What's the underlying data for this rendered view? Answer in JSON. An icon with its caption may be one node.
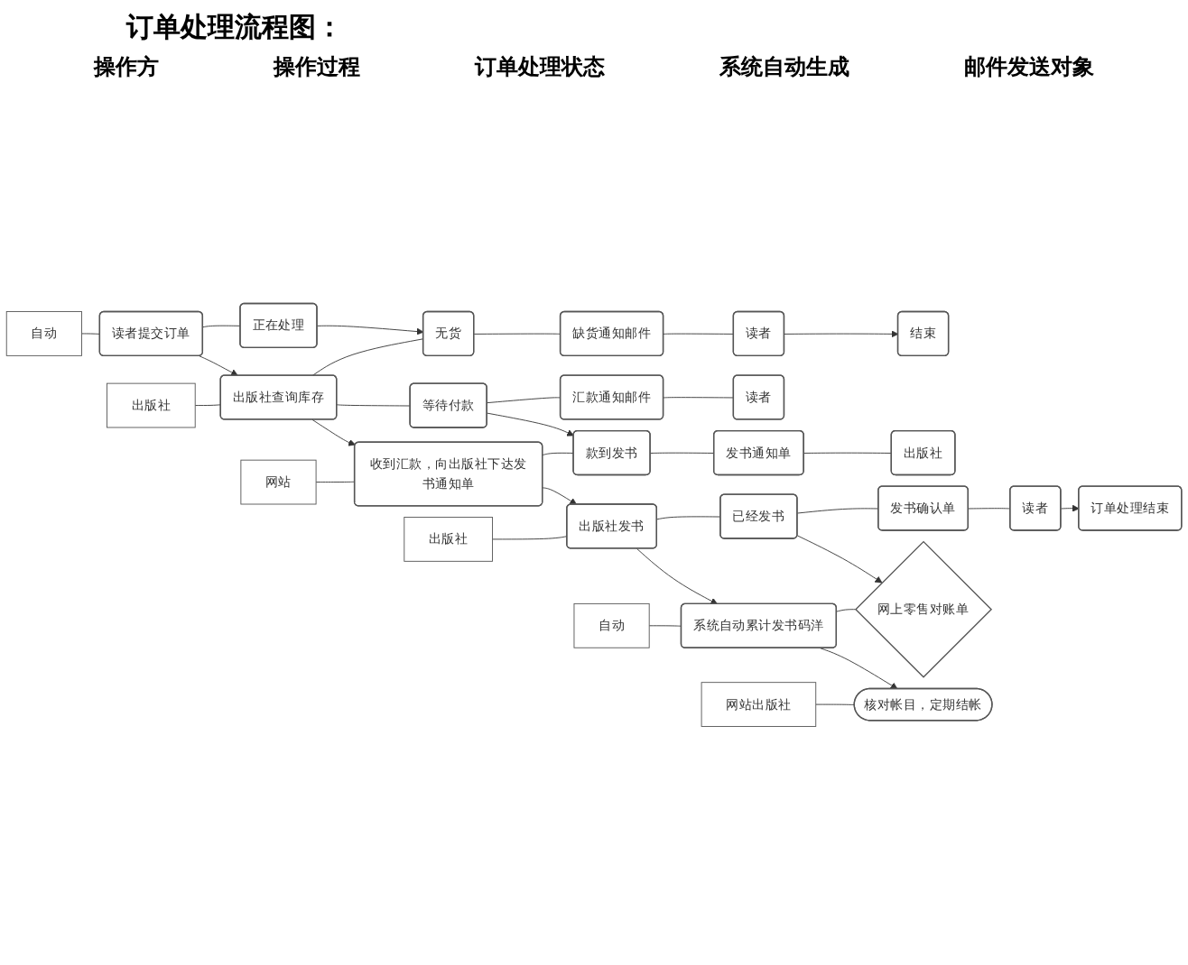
{
  "diagram": {
    "title": "订单处理流程图：",
    "labels": [
      "操作方",
      "操作过程",
      "订单处理状态",
      "系统自动生成",
      "邮件发送对象"
    ],
    "nodes": [
      {
        "text": [
          "自动"
        ]
      },
      {
        "text": [
          "读者提交订单"
        ]
      },
      {
        "text": [
          "正在处理"
        ]
      },
      {
        "text": [
          "出版社"
        ]
      },
      {
        "text": [
          "出版社查询库存"
        ]
      },
      {
        "text": [
          "无货"
        ]
      },
      {
        "text": [
          "缺货通知邮件"
        ]
      },
      {
        "text": [
          "读者"
        ]
      },
      {
        "text": [
          "结束"
        ]
      },
      {
        "text": [
          "等待付款"
        ]
      },
      {
        "text": [
          "汇款通知邮件"
        ]
      },
      {
        "text": [
          "读者"
        ]
      },
      {
        "text": [
          "网站"
        ]
      },
      {
        "text": [
          "收到汇款，向出版社下达发书通知单"
        ]
      },
      {
        "text": [
          "款到发书"
        ]
      },
      {
        "text": [
          "发书通知单"
        ]
      },
      {
        "text": [
          "出版社"
        ]
      },
      {
        "text": [
          "出版社"
        ]
      },
      {
        "text": [
          "出版社发书"
        ]
      },
      {
        "text": [
          "已经发书"
        ]
      },
      {
        "text": [
          "发书确认单"
        ]
      },
      {
        "text": [
          "读者"
        ]
      },
      {
        "text": [
          "订单处理结束"
        ]
      },
      {
        "text": [
          "自动"
        ]
      },
      {
        "text": [
          "系统自动累计发书码洋"
        ]
      },
      {
        "text": [
          "网上零售对账单"
        ]
      },
      {
        "text": [
          "网站出版社"
        ]
      },
      {
        "text": [
          "核对帐目，定期结帐"
        ]
      }
    ],
    "edges": [
      {
        "from": 0,
        "to": 1,
        "arrow": "none"
      },
      {
        "from": 1,
        "to": 2,
        "arrow": "none"
      },
      {
        "from": 1,
        "to": 4,
        "arrow": "to"
      },
      {
        "from": 3,
        "to": 4,
        "arrow": "none"
      },
      {
        "from": 2,
        "to": 5,
        "arrow": "to"
      },
      {
        "from": 4,
        "to": 5,
        "arrow": "none"
      },
      {
        "from": 4,
        "to": 9,
        "arrow": "none"
      },
      {
        "from": 5,
        "to": 6,
        "arrow": "none"
      },
      {
        "from": 6,
        "to": 7,
        "arrow": "none"
      },
      {
        "from": 7,
        "to": 8,
        "arrow": "to"
      },
      {
        "from": 9,
        "to": 10,
        "arrow": "none"
      },
      {
        "from": 10,
        "to": 11,
        "arrow": "none"
      },
      {
        "from": 9,
        "to": 14,
        "arrow": "to"
      },
      {
        "from": 4,
        "to": 13,
        "arrow": "to"
      },
      {
        "from": 12,
        "to": 13,
        "arrow": "none"
      },
      {
        "from": 13,
        "to": 14,
        "arrow": "none"
      },
      {
        "from": 14,
        "to": 15,
        "arrow": "none"
      },
      {
        "from": 15,
        "to": 16,
        "arrow": "none"
      },
      {
        "from": 13,
        "to": 18,
        "arrow": "to"
      },
      {
        "from": 17,
        "to": 18,
        "arrow": "none"
      },
      {
        "from": 18,
        "to": 19,
        "arrow": "none"
      },
      {
        "from": 19,
        "to": 20,
        "arrow": "none"
      },
      {
        "from": 20,
        "to": 21,
        "arrow": "none"
      },
      {
        "from": 21,
        "to": 22,
        "arrow": "to"
      },
      {
        "from": 19,
        "to": 25,
        "arrow": "to"
      },
      {
        "from": 18,
        "to": 24,
        "arrow": "to"
      },
      {
        "from": 23,
        "to": 24,
        "arrow": "none"
      },
      {
        "from": 24,
        "to": 25,
        "arrow": "none"
      },
      {
        "from": 24,
        "to": 27,
        "arrow": "to"
      },
      {
        "from": 26,
        "to": 27,
        "arrow": "none"
      }
    ]
  }
}
